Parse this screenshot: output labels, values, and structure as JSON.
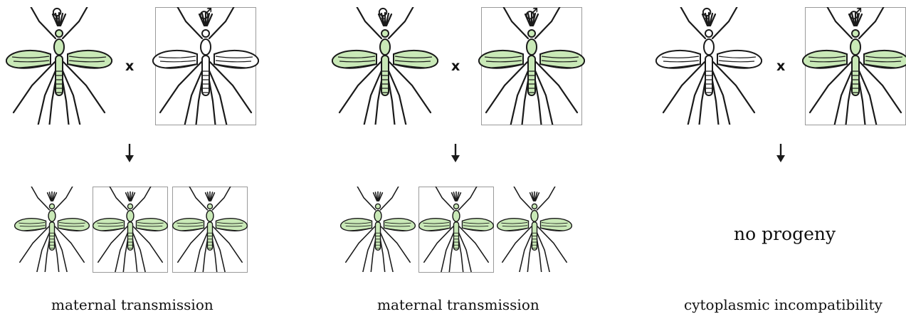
{
  "symbols": {
    "female": "♀",
    "male": "♂"
  },
  "cross_mark": "x",
  "colors": {
    "infected_fill": "#c9e9b7",
    "uninfected_fill": "#ffffff",
    "stroke": "#1a1a1a"
  },
  "panels": [
    {
      "parents": {
        "female": "infected",
        "male": "uninfected"
      },
      "offspring": [
        "infected",
        "infected",
        "infected"
      ],
      "caption": "maternal transmission"
    },
    {
      "parents": {
        "female": "infected",
        "male": "infected"
      },
      "offspring": [
        "infected",
        "infected",
        "infected"
      ],
      "caption": "maternal transmission"
    },
    {
      "parents": {
        "female": "uninfected",
        "male": "infected"
      },
      "offspring": [],
      "no_progeny_text": "no progeny",
      "caption": "cytoplasmic incompatibility"
    }
  ]
}
